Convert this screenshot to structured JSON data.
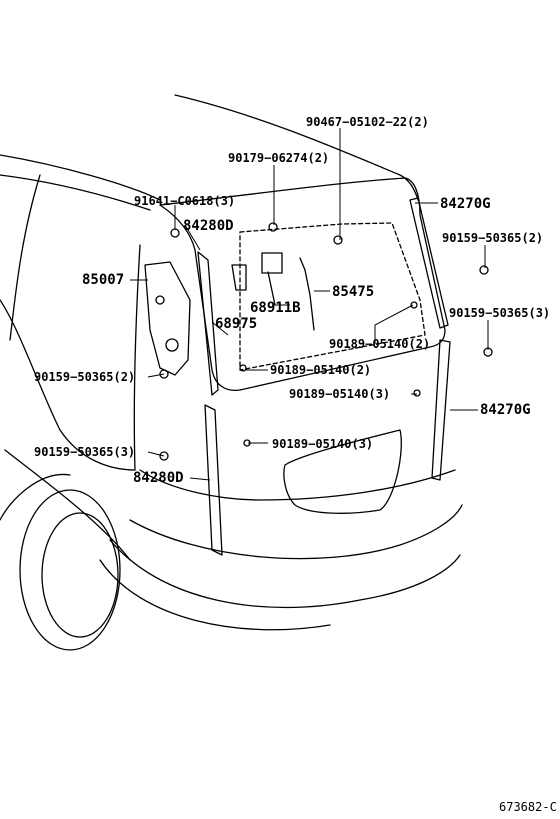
{
  "diagram": {
    "callouts": {
      "p90467": "90467−05102−22(2)",
      "p90179": "90179−06274(2)",
      "p91641": "91641−C0618(3)",
      "p84270G_top": "84270G",
      "p84280D_top": "84280D",
      "p85007": "85007",
      "p90159_r1": "90159−50365(2)",
      "p68911B": "68911B",
      "p85475": "85475",
      "p68975": "68975",
      "p90159_r2": "90159−50365(3)",
      "p90189_a": "90189−05140(2)",
      "p90159_l1": "90159−50365(2)",
      "p90189_b": "90189−05140(2)",
      "p90189_c": "90189−05140(3)",
      "p84270G_mid": "84270G",
      "p90159_l2": "90159−50365(3)",
      "p90189_d": "90189−05140(3)",
      "p84280D_bot": "84280D"
    },
    "reference_code": "673682-C"
  }
}
